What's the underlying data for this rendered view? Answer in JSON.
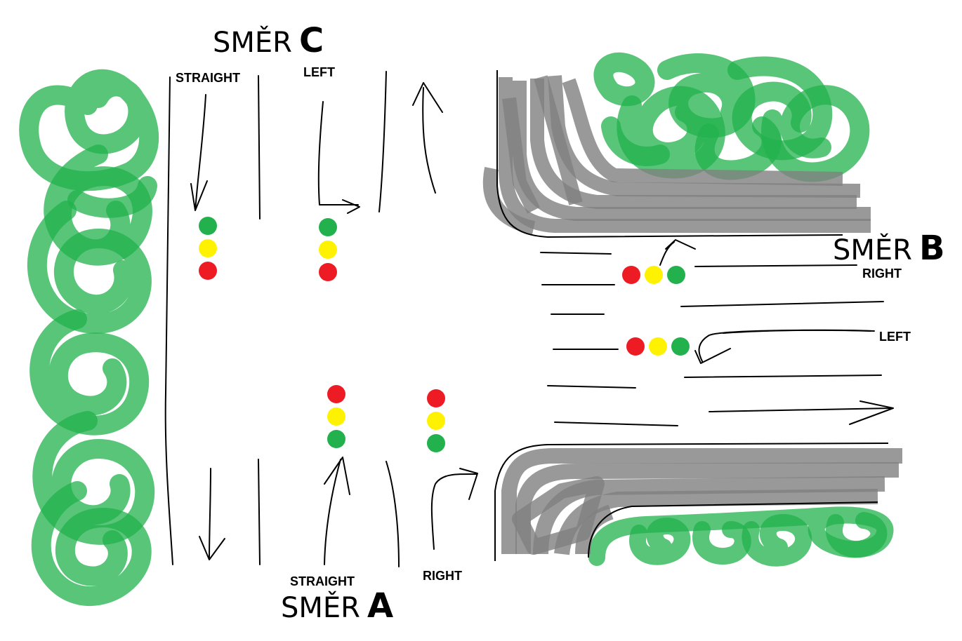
{
  "directions": {
    "c": {
      "word": "SMĚR",
      "letter": "C"
    },
    "b": {
      "word": "SMĚR",
      "letter": "B"
    },
    "a": {
      "word": "SMĚR",
      "letter": "A"
    }
  },
  "lane_labels": {
    "c_straight": "STRAIGHT",
    "c_left": "LEFT",
    "b_right": "RIGHT",
    "b_left": "LEFT",
    "a_straight": "STRAIGHT",
    "a_right": "RIGHT"
  },
  "colors": {
    "light_red": "#ed1c24",
    "light_yellow": "#fff200",
    "light_green": "#22b14c",
    "tree_green": "#22b14c",
    "road_gray": "#7f7f7f",
    "line": "#000000"
  }
}
